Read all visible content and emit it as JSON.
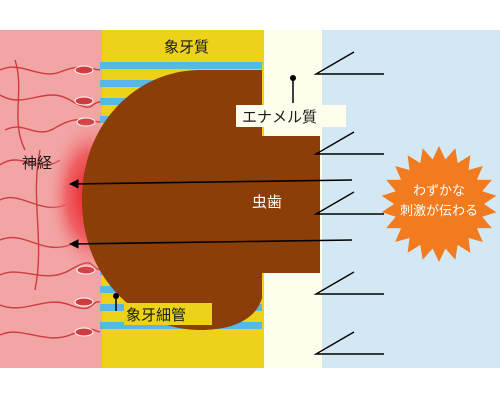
{
  "labels": {
    "dentin": "象牙質",
    "enamel": "エナメル質",
    "nerve": "神経",
    "cavity": "虫歯",
    "dentinal_tubule": "象牙細管",
    "stimulus_line1": "わずかな",
    "stimulus_line2": "刺激が伝わる"
  },
  "colors": {
    "nerve_region": "#f2a5a5",
    "nerve_glow": "#e8121a",
    "dentin": "#ecd31a",
    "tubule": "#56b8e4",
    "enamel": "#fffdec",
    "outside": "#d4e8f3",
    "cavity": "#8b3e08",
    "burst": "#f27b1f",
    "arrow": "#000000",
    "nerve_fiber": "#cf3b3e"
  },
  "icons": [
    "stimulus-arrow-icon",
    "sensory-burst-icon",
    "nerve-cell-icon"
  ]
}
